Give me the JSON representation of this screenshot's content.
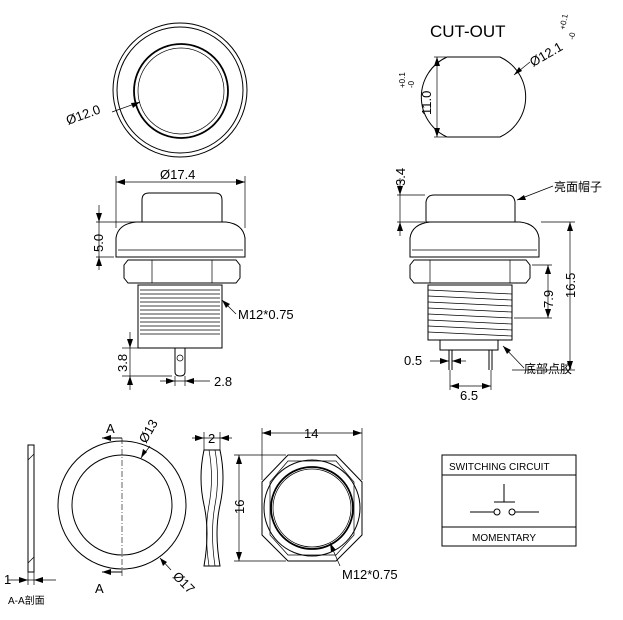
{
  "top_view": {
    "dia": "Ø12.0"
  },
  "cutout": {
    "title": "CUT-OUT",
    "dia": "Ø12.1",
    "dia_tol_plus": "+0.1",
    "dia_tol_minus": "-0",
    "height": "11.0",
    "height_tol_plus": "+0.1",
    "height_tol_minus": "-0"
  },
  "front_view": {
    "width": "Ø17.4",
    "cap_height": "5.0",
    "thread": "M12*0.75",
    "terminal_len": "3.8",
    "terminal_width": "2.8"
  },
  "side_view": {
    "cap_top": "3.4",
    "cap_label": "亮面帽子",
    "total_height": "16.5",
    "thread_len": "7.9",
    "term_thickness": "0.5",
    "term_pitch": "6.5",
    "glue_label": "底部点胶"
  },
  "washer": {
    "section_mark_top": "A",
    "section_mark_bottom": "A",
    "inner_dia": "Ø13",
    "outer_dia": "Ø17",
    "section_thickness": "1",
    "section_label": "A-A剖面"
  },
  "wave_washer": {
    "thickness": "2"
  },
  "nut": {
    "width": "14",
    "height": "16",
    "thread": "M12*0.75"
  },
  "circuit": {
    "header": "SWITCHING CIRCUIT",
    "footer": "MOMENTARY"
  }
}
